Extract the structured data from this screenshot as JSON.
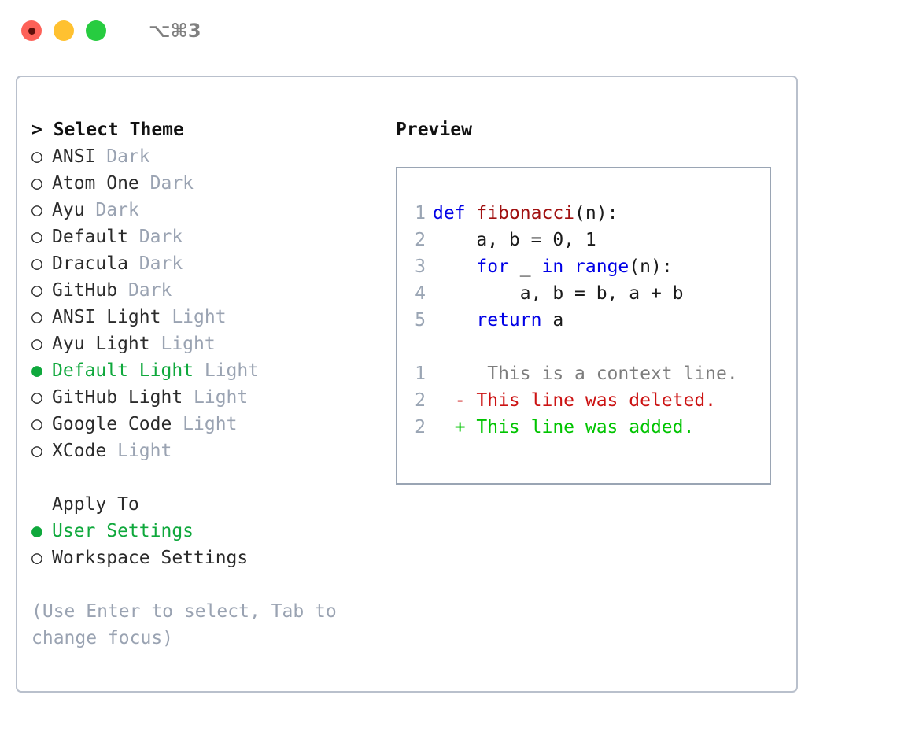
{
  "titlebar": {
    "shortcut": "⌥⌘3",
    "buttons": [
      {
        "name": "close",
        "color": "#fd6158"
      },
      {
        "name": "minimize",
        "color": "#ffc130"
      },
      {
        "name": "maximize",
        "color": "#27cc40"
      }
    ]
  },
  "theme_picker": {
    "heading": "> Select Theme",
    "marker_selected": "●",
    "marker_unselected": "○",
    "selected_color": "#0fa83c",
    "tag_color": "#9aa3b2",
    "items": [
      {
        "marker": "○",
        "label": "ANSI",
        "tag": "Dark",
        "selected": false
      },
      {
        "marker": "○",
        "label": "Atom One",
        "tag": "Dark",
        "selected": false
      },
      {
        "marker": "○",
        "label": "Ayu",
        "tag": "Dark",
        "selected": false
      },
      {
        "marker": "○",
        "label": "Default",
        "tag": "Dark",
        "selected": false
      },
      {
        "marker": "○",
        "label": "Dracula",
        "tag": "Dark",
        "selected": false
      },
      {
        "marker": "○",
        "label": "GitHub",
        "tag": "Dark",
        "selected": false
      },
      {
        "marker": "○",
        "label": "ANSI Light",
        "tag": "Light",
        "selected": false
      },
      {
        "marker": "○",
        "label": "Ayu Light",
        "tag": "Light",
        "selected": false
      },
      {
        "marker": "●",
        "label": "Default Light",
        "tag": "Light",
        "selected": true
      },
      {
        "marker": "○",
        "label": "GitHub Light",
        "tag": "Light",
        "selected": false
      },
      {
        "marker": "○",
        "label": "Google Code",
        "tag": "Light",
        "selected": false
      },
      {
        "marker": "○",
        "label": "XCode",
        "tag": "Light",
        "selected": false
      }
    ]
  },
  "apply_to": {
    "heading": "Apply To",
    "items": [
      {
        "marker": "●",
        "label": "User Settings",
        "selected": true
      },
      {
        "marker": "○",
        "label": "Workspace Settings",
        "selected": false
      }
    ]
  },
  "hint": "(Use Enter to select, Tab to change focus)",
  "preview": {
    "title": "Preview",
    "code_lines": [
      {
        "no": "1",
        "tokens": [
          {
            "t": "def",
            "c": "kw"
          },
          {
            "t": " ",
            "c": "plain"
          },
          {
            "t": "fibonacci",
            "c": "fn"
          },
          {
            "t": "(n):",
            "c": "plain"
          }
        ]
      },
      {
        "no": "2",
        "tokens": [
          {
            "t": "    a, b = 0, 1",
            "c": "plain"
          }
        ]
      },
      {
        "no": "3",
        "tokens": [
          {
            "t": "    ",
            "c": "plain"
          },
          {
            "t": "for",
            "c": "kw"
          },
          {
            "t": " _ ",
            "c": "plain"
          },
          {
            "t": "in",
            "c": "kw"
          },
          {
            "t": " ",
            "c": "plain"
          },
          {
            "t": "range",
            "c": "kw"
          },
          {
            "t": "(n):",
            "c": "plain"
          }
        ]
      },
      {
        "no": "4",
        "tokens": [
          {
            "t": "        a, b = b, a + b",
            "c": "plain"
          }
        ]
      },
      {
        "no": "5",
        "tokens": [
          {
            "t": "    ",
            "c": "plain"
          },
          {
            "t": "return",
            "c": "kw"
          },
          {
            "t": " a",
            "c": "plain"
          }
        ]
      }
    ],
    "diff_lines": [
      {
        "no": "1",
        "sign": " ",
        "text": "  This is a context line.",
        "kind": "ctx"
      },
      {
        "no": "2",
        "sign": "-",
        "text": " This line was deleted.",
        "kind": "del"
      },
      {
        "no": "2",
        "sign": "+",
        "text": " This line was added.",
        "kind": "add"
      }
    ]
  }
}
